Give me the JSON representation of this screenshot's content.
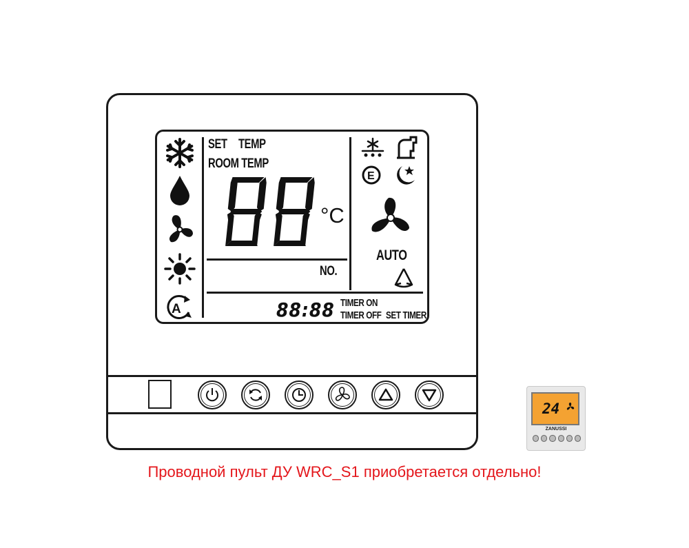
{
  "lcd": {
    "set_temp_label": "SET",
    "temp_label": "TEMP",
    "room_temp_label": "ROOM TEMP",
    "big_display": "88",
    "unit": "°C",
    "no_label": "NO.",
    "clock_display": "88:88",
    "timer_on_label": "TIMER ON",
    "timer_off_label": "TIMER OFF",
    "set_timer_label": "SET TIMER",
    "fan_auto_label": "AUTO",
    "eco_letter": "E",
    "auto_letter": "A"
  },
  "buttons": [
    {
      "name": "power-button",
      "icon": "power-icon"
    },
    {
      "name": "mode-button",
      "icon": "cycle-icon"
    },
    {
      "name": "timer-button",
      "icon": "clock-icon"
    },
    {
      "name": "fan-button",
      "icon": "fan-icon"
    },
    {
      "name": "up-button",
      "icon": "triangle-up-icon"
    },
    {
      "name": "down-button",
      "icon": "triangle-down-icon"
    }
  ],
  "thumbnail": {
    "digits": "24",
    "brand": "ZANUSSI"
  },
  "caption": "Проводной пульт ДУ WRC_S1 приобретается отдельно!",
  "colors": {
    "caption": "#e4161b",
    "thumbnail_screen": "#f4a232"
  }
}
